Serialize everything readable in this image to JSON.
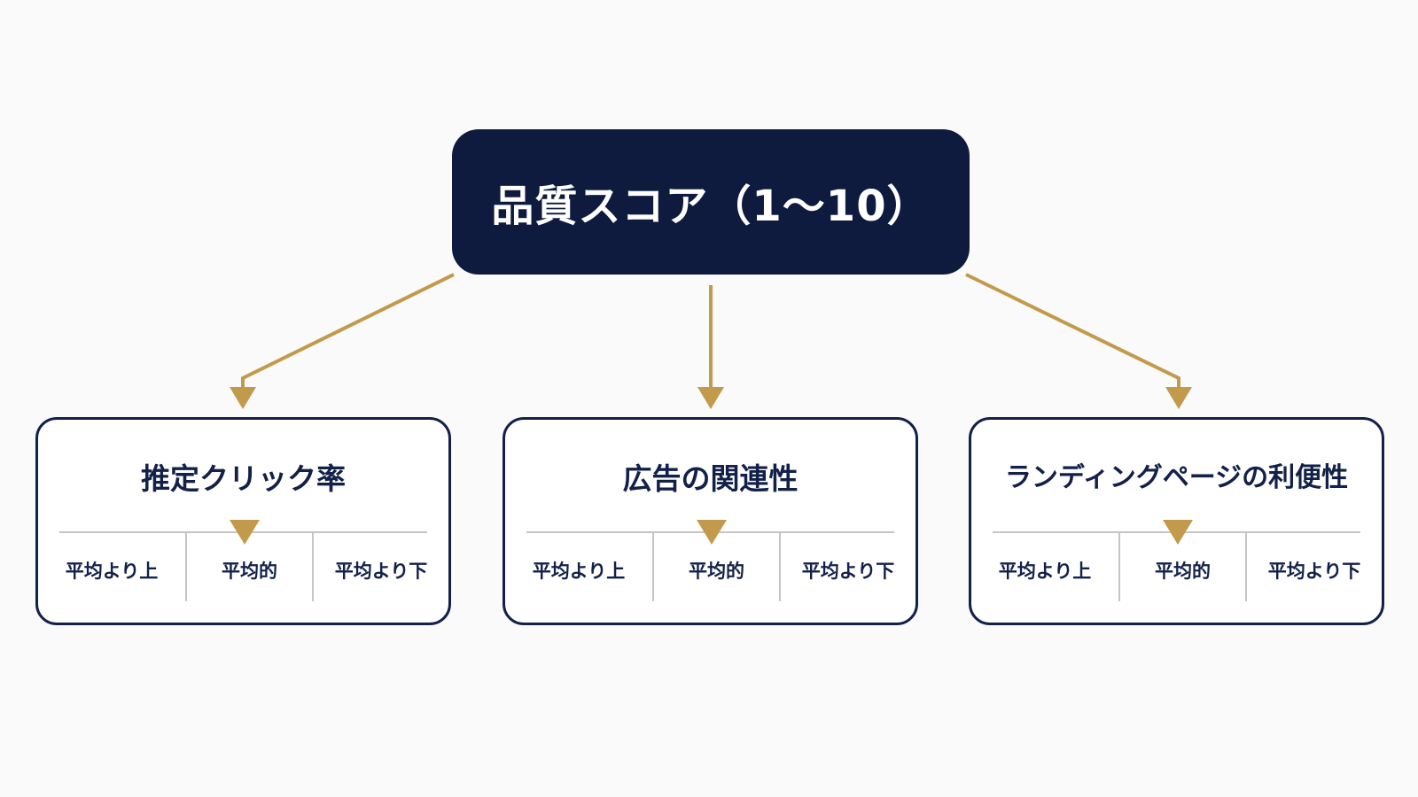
{
  "root": {
    "title": "品質スコア（1〜10）"
  },
  "colors": {
    "navy": "#0e1b3f",
    "gold": "#c29a4c",
    "divider": "#c5c5c5",
    "background": "#fafafa"
  },
  "factors": [
    {
      "title": "推定クリック率",
      "levels": [
        "平均より上",
        "平均的",
        "平均より下"
      ]
    },
    {
      "title": "広告の関連性",
      "levels": [
        "平均より上",
        "平均的",
        "平均より下"
      ]
    },
    {
      "title": "ランディングページの利便性",
      "levels": [
        "平均より上",
        "平均的",
        "平均より下"
      ]
    }
  ]
}
